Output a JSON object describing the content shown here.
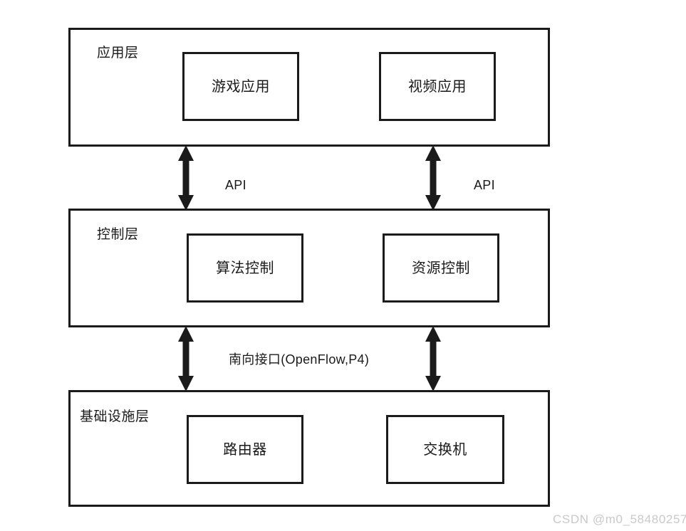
{
  "diagram": {
    "layers": [
      {
        "id": "application-layer",
        "title": "应用层",
        "nodes": [
          {
            "id": "game-application",
            "label": "游戏应用"
          },
          {
            "id": "video-application",
            "label": "视频应用"
          }
        ]
      },
      {
        "id": "control-layer",
        "title": "控制层",
        "nodes": [
          {
            "id": "algorithm-control",
            "label": "算法控制"
          },
          {
            "id": "resource-control",
            "label": "资源控制"
          }
        ]
      },
      {
        "id": "infrastructure-layer",
        "title": "基础设施层",
        "nodes": [
          {
            "id": "router",
            "label": "路由器"
          },
          {
            "id": "switch",
            "label": "交换机"
          }
        ]
      }
    ],
    "connections": [
      {
        "id": "app-to-control-left",
        "label": "API",
        "from": "application-layer",
        "to": "control-layer",
        "style": "double-arrow"
      },
      {
        "id": "app-to-control-right",
        "label": "API",
        "from": "application-layer",
        "to": "control-layer",
        "style": "double-arrow"
      },
      {
        "id": "control-to-infrastructure",
        "label": "南向接口(OpenFlow,P4)",
        "from": "control-layer",
        "to": "infrastructure-layer",
        "style": "double-arrow"
      }
    ],
    "colors": {
      "stroke": "#1b1b1b",
      "background": "#ffffff",
      "text": "#1a1a1a",
      "watermark": "#c9c9c9"
    }
  },
  "watermark": {
    "text": "CSDN @m0_58480257"
  }
}
